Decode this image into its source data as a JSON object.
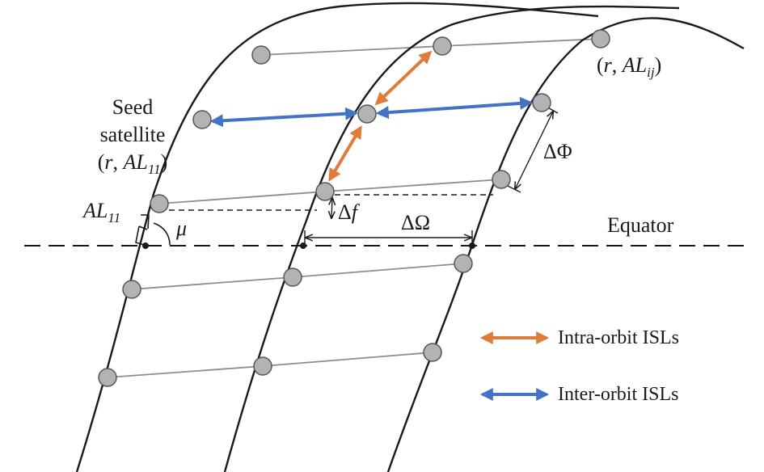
{
  "labels": {
    "seed_line1": "Seed",
    "seed_line2": "satellite",
    "seed_coord_open": "(",
    "seed_coord_r": "r",
    "seed_coord_comma": ", ",
    "seed_coord_al": "AL",
    "seed_coord_sub": "11",
    "seed_coord_close": ")",
    "al11_main": "AL",
    "al11_sub": "11",
    "mu": "μ",
    "delta_f_symbol": "Δ",
    "delta_f_var": "f",
    "delta_omega": "ΔΩ",
    "delta_phi": "ΔΦ",
    "equator": "Equator",
    "rij_open": "(",
    "rij_r": "r",
    "rij_comma": ", ",
    "rij_al": "AL",
    "rij_sub": "ij",
    "rij_close": ")"
  },
  "legend": {
    "intra_label": "Intra-orbit ISLs",
    "inter_label": "Inter-orbit ISLs"
  },
  "colors": {
    "intra": "#E07B39",
    "inter": "#4472C4",
    "satellite_fill": "#b3b3b3",
    "orbit": "#1a1a1a",
    "grid_link": "#8c8c8c"
  }
}
